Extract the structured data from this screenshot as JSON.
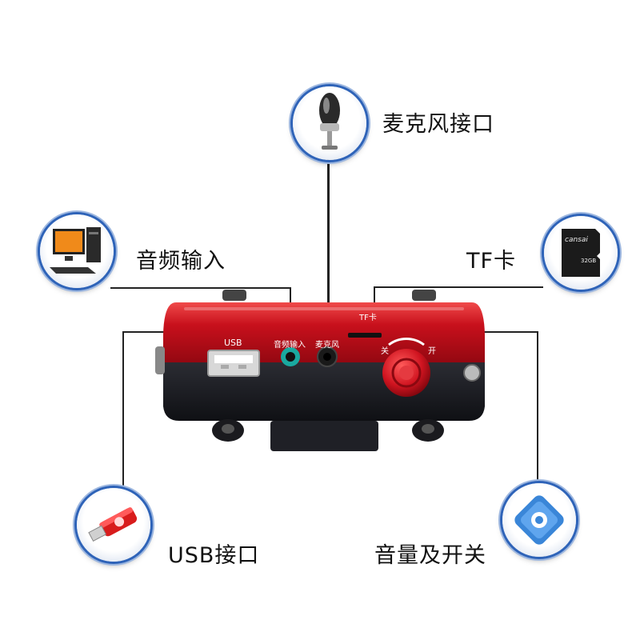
{
  "callouts": {
    "mic": "麦克风接口",
    "audio_in": "音频输入",
    "tf": "TF卡",
    "usb": "USB接口",
    "volume": "音量及开关"
  },
  "device": {
    "usb_port_label": "USB",
    "audio_in_port_label": "音频输入",
    "mic_port_label": "麦克风",
    "tf_slot_label": "TF卡",
    "knob_off_label": "关",
    "knob_on_label": "开"
  },
  "icons": {
    "mic": "microphone-icon",
    "audio_in": "computer-icon",
    "tf": "tf-card-icon",
    "usb": "usb-drive-icon",
    "volume": "volume-switch-icon"
  },
  "sd_card": {
    "brand": "cansai",
    "capacity": "32GB"
  },
  "colors": {
    "device_red": "#c8101c",
    "device_black": "#1a1a1e",
    "ring_blue": "#2e63b8"
  }
}
